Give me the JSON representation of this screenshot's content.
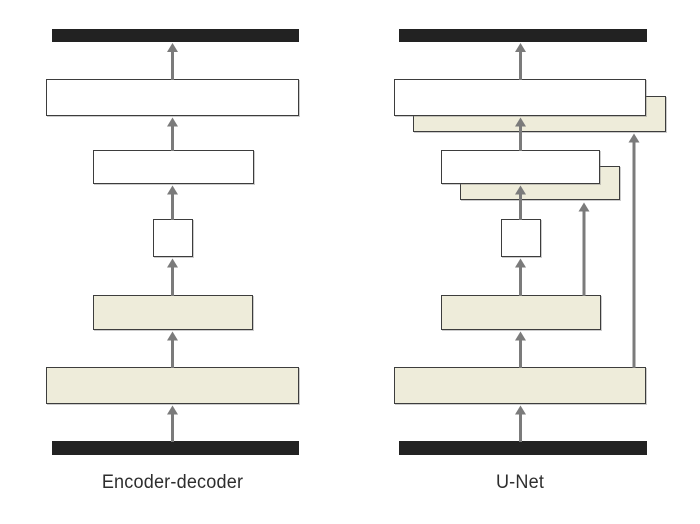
{
  "panels": [
    {
      "id": "encoder-decoder",
      "label": "Encoder-decoder"
    },
    {
      "id": "u-net",
      "label": "U-Net"
    }
  ],
  "colors": {
    "background": "#ffffff",
    "io_bar": "#222222",
    "box_border": "#3d3d3d",
    "decoder_fill": "#ffffff",
    "encoder_fill": "#eeecda",
    "arrow": "#7b7b7b",
    "caption_text": "#2e2e2e"
  }
}
